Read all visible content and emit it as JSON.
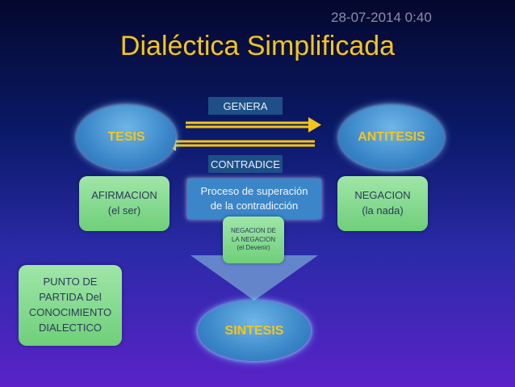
{
  "date": "28-07-2014 0:40",
  "title": "Dialéctica Simplificada",
  "nodes": {
    "tesis": "TESIS",
    "antitesis": "ANTITESIS",
    "sintesis": "SINTESIS"
  },
  "relations": {
    "genera": "GENERA",
    "contradice": "CONTRADICE"
  },
  "boxes": {
    "afirmacion": "AFIRMACION\n(el ser)",
    "negacion": "NEGACION\n(la nada)",
    "proceso": "Proceso de superación\nde la contradicción",
    "devenir": "NEGACION DE\nLA NEGACION\n(el Devenir)",
    "punto": "PUNTO DE\nPARTIDA Del\nCONOCIMIENTO\nDIALECTICO"
  },
  "colors": {
    "accent": "#f5c518",
    "node_blue": "#3a86c8",
    "box_green": "#6fcf7a",
    "label_blue": "#1e4f86"
  }
}
